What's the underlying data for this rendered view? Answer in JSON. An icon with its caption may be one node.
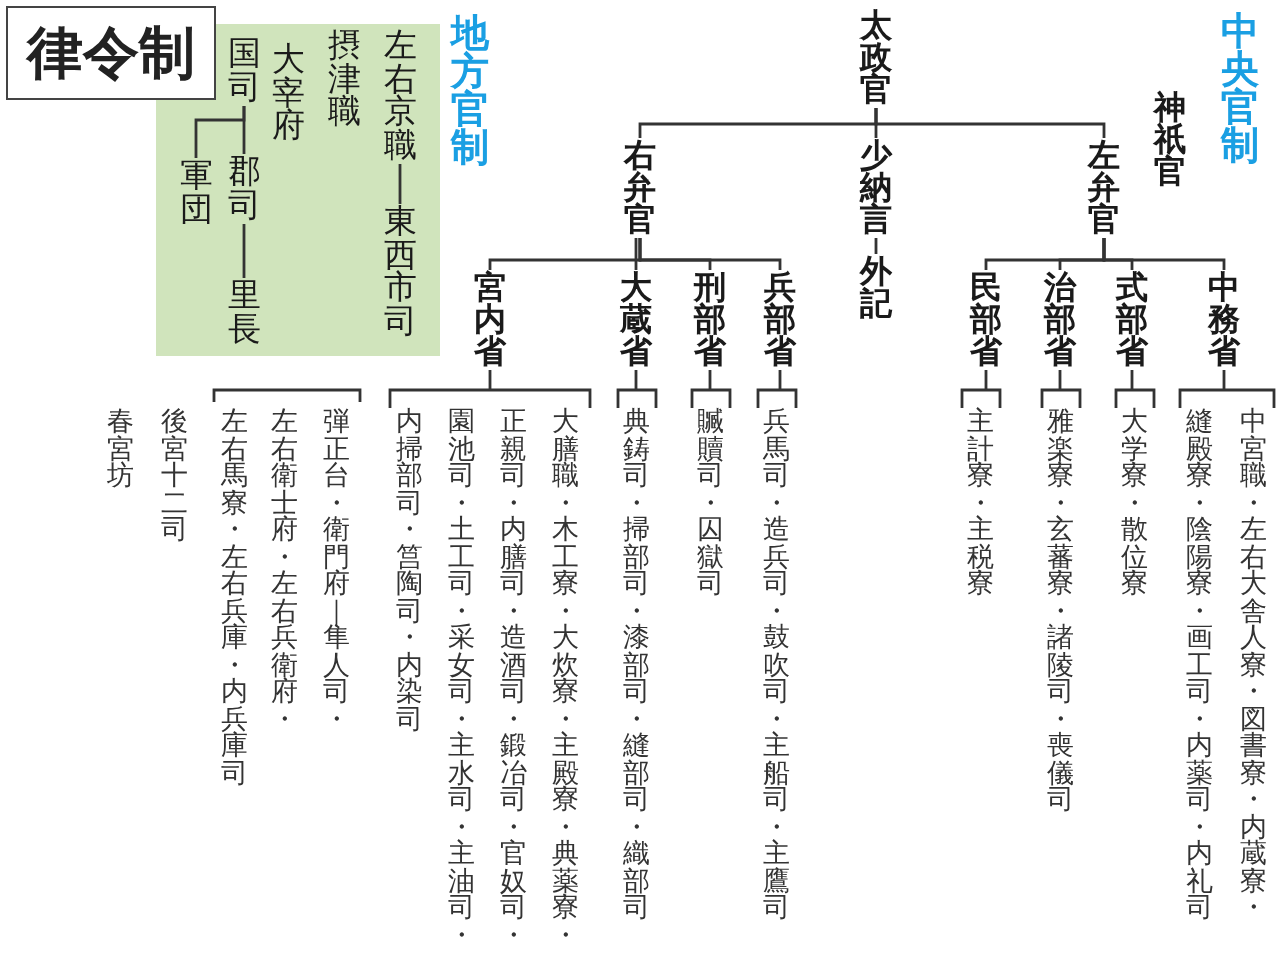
{
  "diagram": {
    "title": "律令制",
    "nodes": [
      {
        "text": [
          "太政官"
        ]
      },
      {
        "text": [
          "右弁官"
        ]
      },
      {
        "text": [
          "少納言"
        ]
      },
      {
        "text": [
          "左弁官"
        ]
      },
      {
        "text": [
          "外記"
        ]
      },
      {
        "text": [
          "宮内省"
        ]
      },
      {
        "text": [
          "大蔵省"
        ]
      },
      {
        "text": [
          "刑部省"
        ]
      },
      {
        "text": [
          "兵部省"
        ]
      },
      {
        "text": [
          "民部省"
        ]
      },
      {
        "text": [
          "治部省"
        ]
      },
      {
        "text": [
          "式部省"
        ]
      },
      {
        "text": [
          "中務省"
        ]
      },
      {
        "text": [
          "大膳職・木工寮・大炊寮・主殿寮・典薬寮・正親司・内膳司・造酒司・鍛冶司・官奴司・園池司・土工司・采女司・主水司・主油司・内掃部司・筥陶司・内染司"
        ]
      },
      {
        "text": [
          "典鋳司・掃部司・漆部司・縫部司・織部司"
        ]
      },
      {
        "text": [
          "贓贖司・囚獄司"
        ]
      },
      {
        "text": [
          "兵馬司・造兵司・鼓吹司・主船司・主鷹司"
        ]
      },
      {
        "text": [
          "主計寮・主税寮"
        ]
      },
      {
        "text": [
          "雅楽寮・玄蕃寮・諸陵司・喪儀司"
        ]
      },
      {
        "text": [
          "大学寮・散位寮"
        ]
      },
      {
        "text": [
          "中宮職・左右大舎人寮・図書寮・内蔵寮・縫殿寮・陰陽寮・画工司・内薬司・内礼司"
        ]
      },
      {
        "text": [
          "地方官制"
        ]
      },
      {
        "text": [
          "左右京職"
        ],
        "in": 21
      },
      {
        "text": [
          "東西市司"
        ],
        "in": 21
      },
      {
        "text": [
          "摂津職"
        ],
        "in": 21
      },
      {
        "text": [
          "大宰府"
        ],
        "in": 21
      },
      {
        "text": [
          "国司"
        ],
        "in": 21
      },
      {
        "text": [
          "郡司"
        ],
        "in": 21
      },
      {
        "text": [
          "軍団"
        ],
        "in": 21
      },
      {
        "text": [
          "里長"
        ],
        "in": 21
      }
    ],
    "edges": [
      {
        "from": 0,
        "to": 1,
        "arrow": "none"
      },
      {
        "from": 0,
        "to": 2,
        "arrow": "none"
      },
      {
        "from": 0,
        "to": 3,
        "arrow": "none"
      },
      {
        "from": 2,
        "to": 4,
        "arrow": "none"
      },
      {
        "from": 1,
        "to": 5,
        "arrow": "none"
      },
      {
        "from": 1,
        "to": 6,
        "arrow": "none"
      },
      {
        "from": 1,
        "to": 7,
        "arrow": "none"
      },
      {
        "from": 1,
        "to": 8,
        "arrow": "none"
      },
      {
        "from": 3,
        "to": 9,
        "arrow": "none"
      },
      {
        "from": 3,
        "to": 10,
        "arrow": "none"
      },
      {
        "from": 3,
        "to": 11,
        "arrow": "none"
      },
      {
        "from": 3,
        "to": 12,
        "arrow": "none"
      },
      {
        "from": 5,
        "to": 13,
        "arrow": "none"
      },
      {
        "from": 6,
        "to": 14,
        "arrow": "none"
      },
      {
        "from": 7,
        "to": 15,
        "arrow": "none"
      },
      {
        "from": 8,
        "to": 16,
        "arrow": "none"
      },
      {
        "from": 9,
        "to": 17,
        "arrow": "none"
      },
      {
        "from": 10,
        "to": 18,
        "arrow": "none"
      },
      {
        "from": 11,
        "to": 19,
        "arrow": "none"
      },
      {
        "from": 12,
        "to": 20,
        "arrow": "none"
      },
      {
        "from": 22,
        "to": 23,
        "arrow": "none"
      },
      {
        "from": 26,
        "to": 27,
        "arrow": "none"
      },
      {
        "from": 26,
        "to": 28,
        "arrow": "none"
      },
      {
        "from": 27,
        "to": 29,
        "arrow": "none"
      }
    ],
    "labels": [
      "中央官制",
      "神祇官",
      "弾正台・衛門府｜隼人司・",
      "左右衛士府・左右兵衛府・",
      "左右馬寮・左右兵庫・内兵庫司",
      "後宮十二司",
      "春宮坊"
    ]
  }
}
